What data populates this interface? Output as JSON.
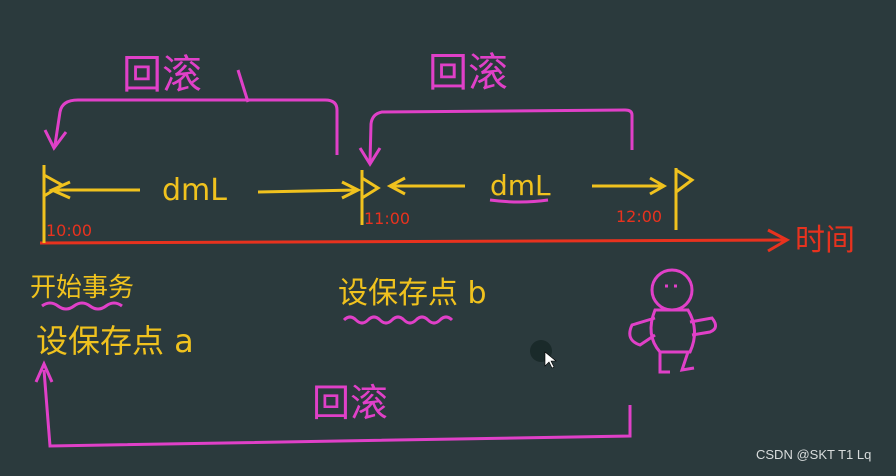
{
  "colors": {
    "background": "#2b3a3d",
    "timeline": "#e8321e",
    "rollback": "#e040c8",
    "annotation": "#f0c21e",
    "cursor": "#1a2a2a"
  },
  "rollback_labels": {
    "top_left": "回滚",
    "top_right": "回滚",
    "bottom": "回滚"
  },
  "timeline": {
    "axis_label": "时间",
    "segments": [
      {
        "label": "dmL"
      },
      {
        "label": "dmL"
      }
    ],
    "times": [
      "10:00",
      "11:00",
      "12:00"
    ]
  },
  "annotations": {
    "start_transaction": "开始事务",
    "savepoint_a": "设保存点 a",
    "savepoint_b": "设保存点 b"
  },
  "watermark": "CSDN @SKT T1 Lq"
}
